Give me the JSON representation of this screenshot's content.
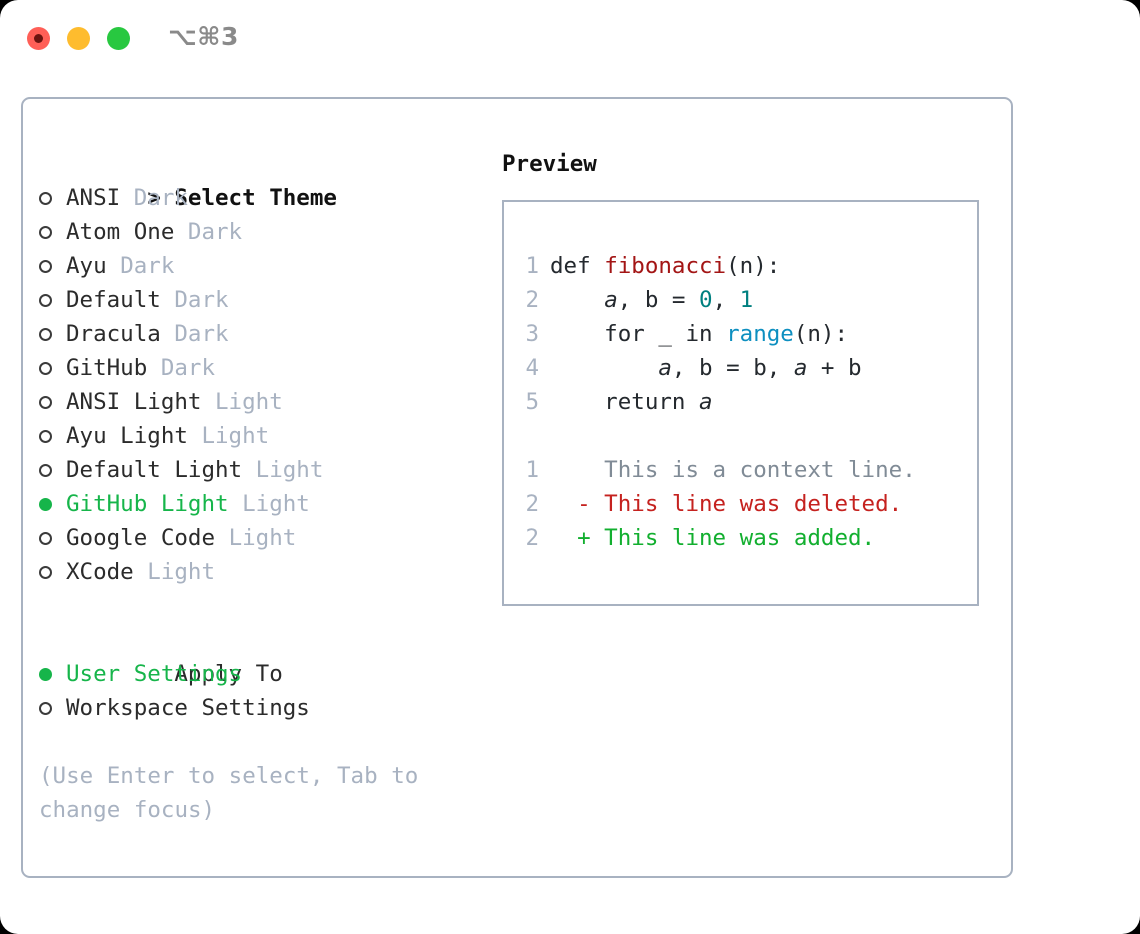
{
  "window": {
    "title": "⌥⌘3",
    "traffic_lights": [
      {
        "name": "close",
        "color": "#ff5f57"
      },
      {
        "name": "minimize",
        "color": "#febc2e"
      },
      {
        "name": "maximize",
        "color": "#28c840"
      }
    ]
  },
  "theme_picker": {
    "header_marker": ">",
    "header_label": "Select Theme",
    "items": [
      {
        "marker": "○",
        "selected": false,
        "label": "ANSI",
        "variant": "Dark"
      },
      {
        "marker": "○",
        "selected": false,
        "label": "Atom One",
        "variant": "Dark"
      },
      {
        "marker": "○",
        "selected": false,
        "label": "Ayu",
        "variant": "Dark"
      },
      {
        "marker": "○",
        "selected": false,
        "label": "Default",
        "variant": "Dark"
      },
      {
        "marker": "○",
        "selected": false,
        "label": "Dracula",
        "variant": "Dark"
      },
      {
        "marker": "○",
        "selected": false,
        "label": "GitHub",
        "variant": "Dark"
      },
      {
        "marker": "○",
        "selected": false,
        "label": "ANSI Light",
        "variant": "Light"
      },
      {
        "marker": "○",
        "selected": false,
        "label": "Ayu Light",
        "variant": "Light"
      },
      {
        "marker": "○",
        "selected": false,
        "label": "Default Light",
        "variant": "Light"
      },
      {
        "marker": "●",
        "selected": true,
        "label": "GitHub Light",
        "variant": "Light"
      },
      {
        "marker": "○",
        "selected": false,
        "label": "Google Code",
        "variant": "Light"
      },
      {
        "marker": "○",
        "selected": false,
        "label": "XCode",
        "variant": "Light"
      }
    ]
  },
  "apply_to": {
    "header_label": "Apply To",
    "items": [
      {
        "selected": true,
        "label": "User Settings"
      },
      {
        "selected": false,
        "label": "Workspace Settings"
      }
    ]
  },
  "hint": "(Use Enter to select, Tab to change focus)",
  "preview": {
    "title": "Preview",
    "code_lines": [
      {
        "number": "1",
        "tokens": [
          {
            "text": "def ",
            "style": "plain"
          },
          {
            "text": "fibonacci",
            "style": "fn"
          },
          {
            "text": "(n):",
            "style": "plain"
          }
        ]
      },
      {
        "number": "2",
        "tokens": [
          {
            "text": "    ",
            "style": "plain"
          },
          {
            "text": "a",
            "style": "ital"
          },
          {
            "text": ", b = ",
            "style": "plain"
          },
          {
            "text": "0",
            "style": "num"
          },
          {
            "text": ", ",
            "style": "plain"
          },
          {
            "text": "1",
            "style": "num"
          }
        ]
      },
      {
        "number": "3",
        "tokens": [
          {
            "text": "    for _ in ",
            "style": "plain"
          },
          {
            "text": "range",
            "style": "call"
          },
          {
            "text": "(n):",
            "style": "plain"
          }
        ]
      },
      {
        "number": "4",
        "tokens": [
          {
            "text": "        ",
            "style": "plain"
          },
          {
            "text": "a",
            "style": "ital"
          },
          {
            "text": ", b = b, ",
            "style": "plain"
          },
          {
            "text": "a",
            "style": "ital"
          },
          {
            "text": " + b",
            "style": "plain"
          }
        ]
      },
      {
        "number": "5",
        "tokens": [
          {
            "text": "    return ",
            "style": "plain"
          },
          {
            "text": "a",
            "style": "ital"
          }
        ]
      }
    ],
    "diff_lines": [
      {
        "number": "1",
        "sign": "  ",
        "text": "This is a context line.",
        "kind": "ctx"
      },
      {
        "number": "2",
        "sign": "- ",
        "text": "This line was deleted.",
        "kind": "del"
      },
      {
        "number": "2",
        "sign": "+ ",
        "text": "This line was added.",
        "kind": "add"
      }
    ]
  },
  "colors": {
    "accent_green": "#16b54a",
    "muted": "#a8b2c1",
    "text": "#2b2b2b",
    "diff_add": "#12af2f",
    "diff_del": "#c5221f",
    "syntax_fn": "#a31515",
    "syntax_num": "#008080",
    "syntax_call": "#0d8fc0"
  }
}
